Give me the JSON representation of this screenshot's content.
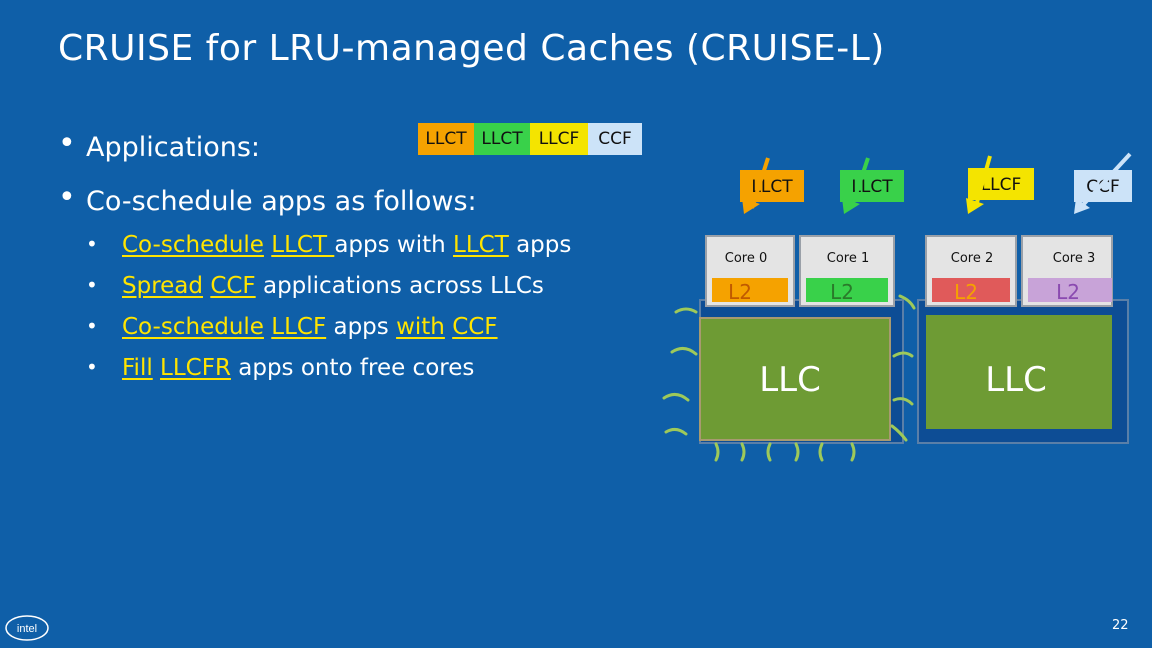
{
  "title": "CRUISE for LRU-managed Caches (CRUISE-L)",
  "bullets": {
    "applications": "Applications:",
    "coschedule": "Co-schedule apps as follows:"
  },
  "sub_bullets": [
    {
      "parts": [
        {
          "t": "Co-schedule",
          "hl": true
        },
        {
          "t": " ",
          "hl": false
        },
        {
          "t": "LLCT ",
          "hl": true
        },
        {
          "t": "apps with ",
          "hl": false
        },
        {
          "t": "LLCT",
          "hl": true
        },
        {
          "t": " apps",
          "hl": false
        }
      ]
    },
    {
      "parts": [
        {
          "t": "Spread",
          "hl": true
        },
        {
          "t": " ",
          "hl": false
        },
        {
          "t": "CCF",
          "hl": true
        },
        {
          "t": " applications across LLCs",
          "hl": false
        }
      ]
    },
    {
      "parts": [
        {
          "t": "Co-schedule",
          "hl": true
        },
        {
          "t": " ",
          "hl": false
        },
        {
          "t": "LLCF",
          "hl": true
        },
        {
          "t": " apps ",
          "hl": false
        },
        {
          "t": "with",
          "hl": true
        },
        {
          "t": " ",
          "hl": false
        },
        {
          "t": "CCF",
          "hl": true
        }
      ]
    },
    {
      "parts": [
        {
          "t": "Fill",
          "hl": true
        },
        {
          "t": " ",
          "hl": false
        },
        {
          "t": "LLCFR",
          "hl": true
        },
        {
          "t": " apps onto free cores",
          "hl": false
        }
      ]
    }
  ],
  "legend": [
    {
      "label": "LLCT",
      "color": "#f5a200"
    },
    {
      "label": "LLCT",
      "color": "#39d14a"
    },
    {
      "label": "LLCF",
      "color": "#f4e400"
    },
    {
      "label": "CCF",
      "color": "#cce3f8"
    }
  ],
  "apps": [
    {
      "label": "LLCT",
      "color": "#f5a200"
    },
    {
      "label": "LLCT",
      "color": "#39d14a"
    },
    {
      "label": "LLCF",
      "color": "#f4e400"
    },
    {
      "label": "CCF",
      "color": "#cce3f8"
    }
  ],
  "cores": [
    {
      "label": "Core 0",
      "l2": "L2",
      "l2_color": "#f5a200"
    },
    {
      "label": "Core 1",
      "l2": "L2",
      "l2_color": "#39d14a"
    },
    {
      "label": "Core 2",
      "l2": "L2",
      "l2_color": "#e05a5a"
    },
    {
      "label": "Core 3",
      "l2": "L2",
      "l2_color": "#c8a3d8"
    }
  ],
  "llc": [
    {
      "label": "LLC"
    },
    {
      "label": "LLC"
    }
  ],
  "colors": {
    "background": "#0f5fa8",
    "highlight": "#ffe400",
    "llc_fill": "#6e9b34",
    "core_box": "#e4e4e4"
  },
  "logo_text": "intel",
  "page_number": "22"
}
